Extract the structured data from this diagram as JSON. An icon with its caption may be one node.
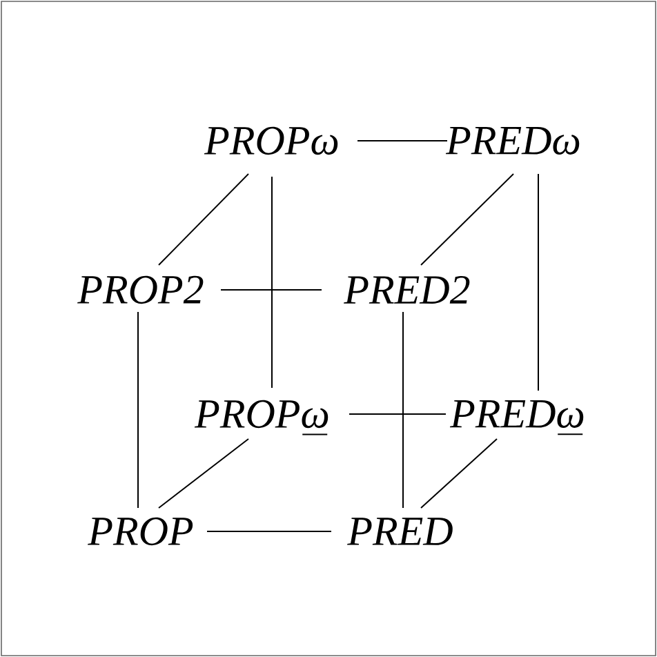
{
  "diagram": {
    "nodes": [
      {
        "text": [
          "PROPω"
        ]
      },
      {
        "text": [
          "PREDω"
        ]
      },
      {
        "text": [
          "PROP2"
        ]
      },
      {
        "text": [
          "PRED2"
        ]
      },
      {
        "text": [
          "PROPω"
        ]
      },
      {
        "text": [
          "PREDω"
        ]
      },
      {
        "text": [
          "PROP"
        ]
      },
      {
        "text": [
          "PRED"
        ]
      }
    ],
    "edges": [
      {
        "from": 0,
        "to": 1,
        "arrow": "none"
      },
      {
        "from": 0,
        "to": 2,
        "arrow": "none"
      },
      {
        "from": 0,
        "to": 4,
        "arrow": "none"
      },
      {
        "from": 1,
        "to": 3,
        "arrow": "none"
      },
      {
        "from": 1,
        "to": 5,
        "arrow": "none"
      },
      {
        "from": 2,
        "to": 3,
        "arrow": "none"
      },
      {
        "from": 2,
        "to": 6,
        "arrow": "none"
      },
      {
        "from": 3,
        "to": 7,
        "arrow": "none"
      },
      {
        "from": 4,
        "to": 5,
        "arrow": "none"
      },
      {
        "from": 4,
        "to": 6,
        "arrow": "none"
      },
      {
        "from": 5,
        "to": 7,
        "arrow": "none"
      },
      {
        "from": 6,
        "to": 7,
        "arrow": "none"
      }
    ]
  }
}
